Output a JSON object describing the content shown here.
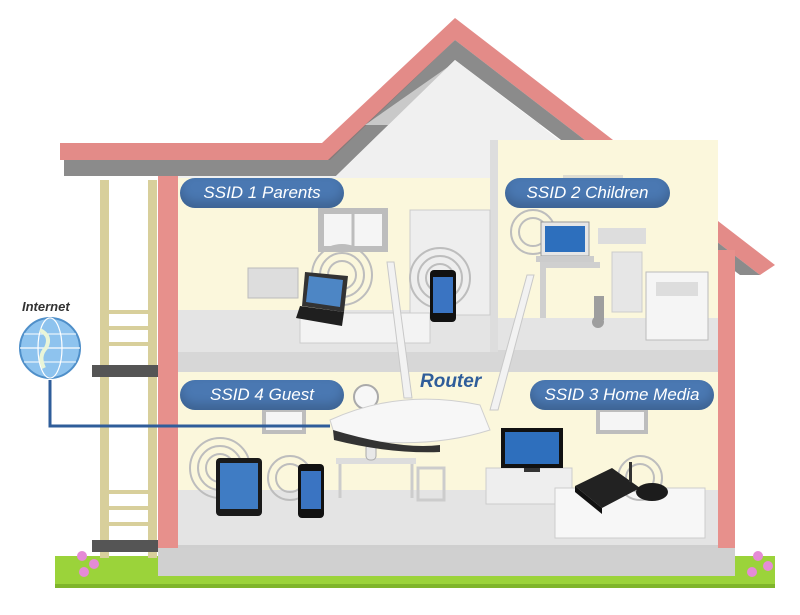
{
  "labels": {
    "internet": "Internet",
    "router": "Router"
  },
  "ssids": [
    {
      "id": "ssid1",
      "label": "SSID 1 Parents"
    },
    {
      "id": "ssid2",
      "label": "SSID 2 Children"
    },
    {
      "id": "ssid3",
      "label": "SSID 3 Home Media"
    },
    {
      "id": "ssid4",
      "label": "SSID 4 Guest"
    }
  ],
  "colors": {
    "pill": "#4a78b2",
    "roof": "#e38b88",
    "wall_pink": "#e7908c",
    "room": "#fbf7dc",
    "floor": "#e4e4e4",
    "router_label": "#2f5d9a",
    "cable": "#2f5d9a",
    "grass": "#9bd33a"
  },
  "icons": [
    "globe-icon",
    "router-icon",
    "laptop-icon",
    "smartphone-icon",
    "tablet-icon",
    "tv-icon",
    "game-console-icon",
    "wifi-signal-icon",
    "flower-icon"
  ]
}
